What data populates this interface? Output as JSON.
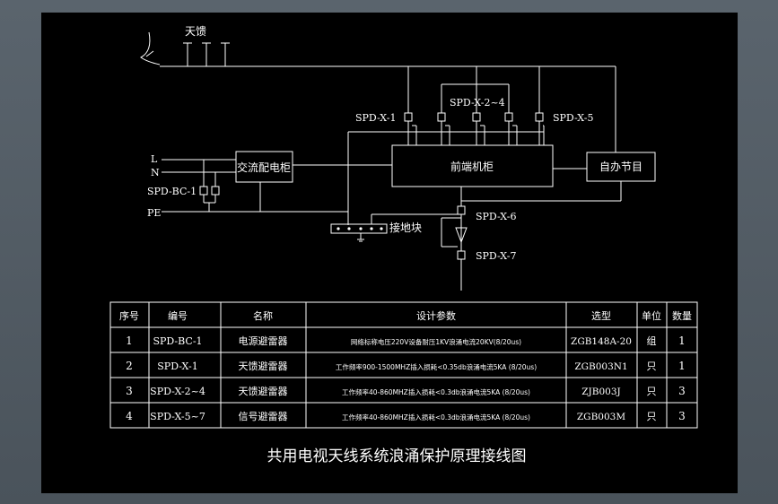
{
  "diagram": {
    "antenna_label": "天馈",
    "power_lines": [
      "L",
      "N"
    ],
    "spd_bc1": "SPD-BC-1",
    "pe_label": "PE",
    "ac_cabinet": "交流配电柜",
    "headend": "前端机柜",
    "self_program": "自办节目",
    "grounding_block": "接地块",
    "spd_x1": "SPD-X-1",
    "spd_x2_4": "SPD-X-2~4",
    "spd_x5": "SPD-X-5",
    "spd_x6": "SPD-X-6",
    "spd_x7": "SPD-X-7"
  },
  "table": {
    "headers": [
      "序号",
      "编号",
      "名称",
      "设计参数",
      "选型",
      "单位",
      "数量"
    ],
    "rows": [
      [
        "1",
        "SPD-BC-1",
        "电源避雷器",
        "网络标称电压220V设备耐压1KV浪涌电流20KV(8/20us)",
        "ZGB148A-20",
        "组",
        "1"
      ],
      [
        "2",
        "SPD-X-1",
        "天馈避雷器",
        "工作频率900-1500MHZ插入损耗<0.35db浪涌电流5KA (8/20us)",
        "ZGB003N1",
        "只",
        "1"
      ],
      [
        "3",
        "SPD-X-2~4",
        "天馈避雷器",
        "工作频率40-860MHZ插入损耗<0.3db浪涌电流5KA (8/20us)",
        "ZJB003J",
        "只",
        "3"
      ],
      [
        "4",
        "SPD-X-5~7",
        "信号避雷器",
        "工作频率40-860MHZ插入损耗<0.3db浪涌电流5KA (8/20us)",
        "ZGB003M",
        "只",
        "3"
      ]
    ]
  },
  "title": "共用电视天线系统浪涌保护原理接线图"
}
